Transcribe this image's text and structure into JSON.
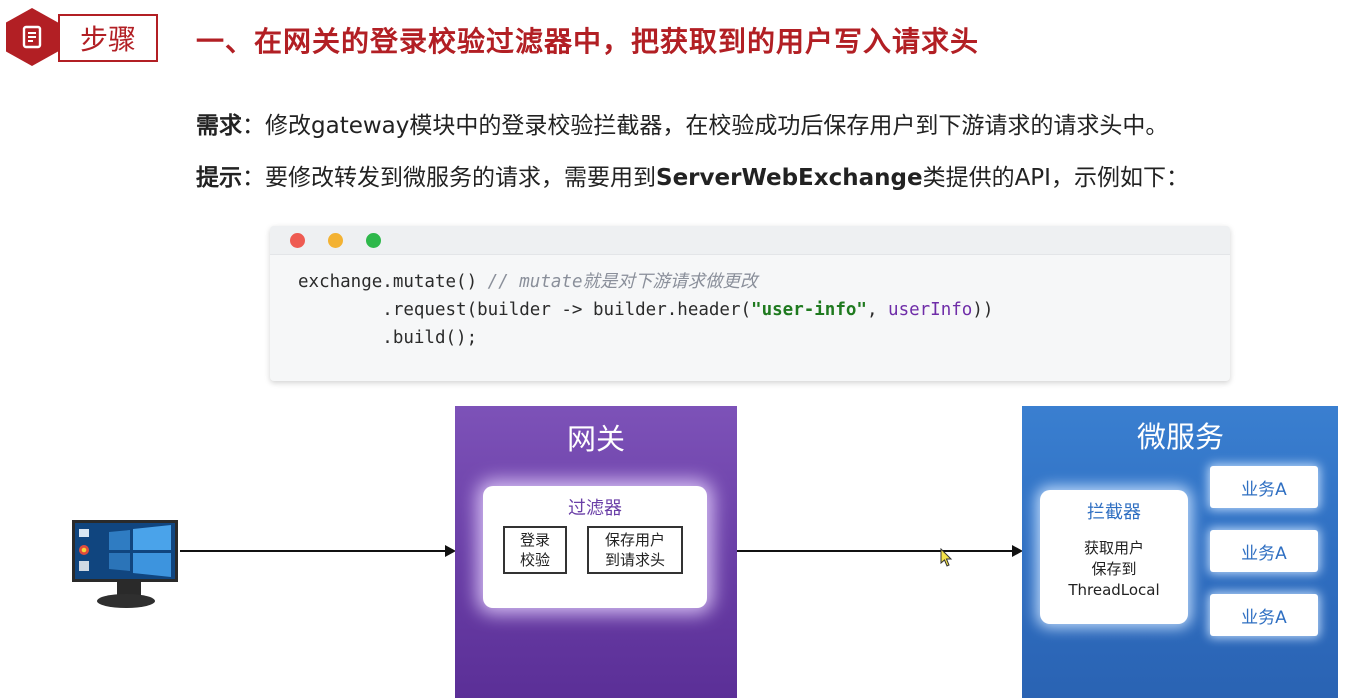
{
  "header": {
    "badge_label": "步骤",
    "headline": "一、在网关的登录校验过滤器中，把获取到的用户写入请求头"
  },
  "requirement": {
    "label": "需求",
    "sep": "：",
    "text": "修改gateway模块中的登录校验拦截器，在校验成功后保存用户到下游请求的请求头中。"
  },
  "hint": {
    "label": "提示",
    "sep": "：",
    "text_before": "要修改转发到微服务的请求，需要用到",
    "emphasis": "ServerWebExchange",
    "text_after": "类提供的API，示例如下："
  },
  "code": {
    "line1_code": "exchange.mutate() ",
    "line1_comment": "// mutate就是对下游请求做更改",
    "line2_pre": "        .request(builder -> builder.header(",
    "line2_str": "\"user-info\"",
    "line2_mid": ", ",
    "line2_var": "userInfo",
    "line2_post": "))",
    "line3": "        .build();"
  },
  "window_dots": {
    "red": "#ee5b52",
    "yellow": "#f3b233",
    "green": "#2eb84b"
  },
  "diagram": {
    "gateway": {
      "title": "网关",
      "filter_title": "过滤器",
      "box1_line1": "登录",
      "box1_line2": "校验",
      "box2_line1": "保存用户",
      "box2_line2": "到请求头"
    },
    "microservice": {
      "title": "微服务",
      "interceptor_title": "拦截器",
      "interceptor_line1": "获取用户",
      "interceptor_line2": "保存到",
      "interceptor_line3": "ThreadLocal",
      "services": [
        "业务A",
        "业务A",
        "业务A"
      ]
    }
  },
  "colors": {
    "accent_red": "#b21f24",
    "gateway_purple": "#6a3fa7",
    "micro_blue": "#2f6fc2"
  }
}
